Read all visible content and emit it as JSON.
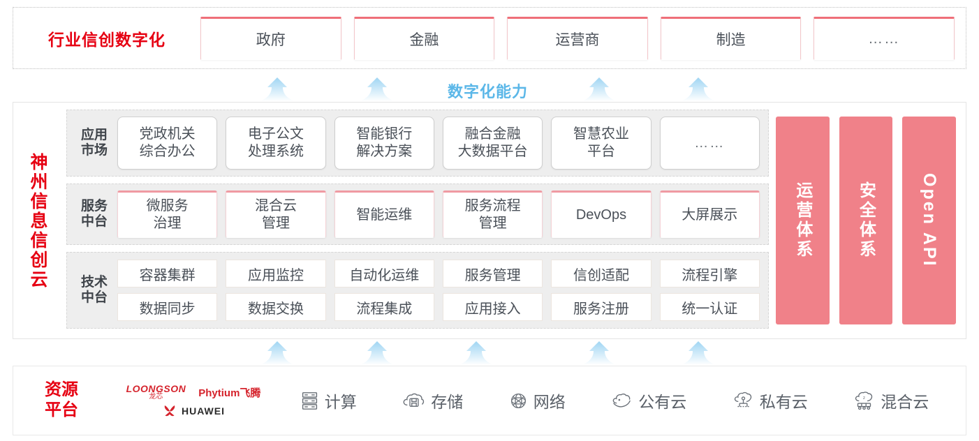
{
  "industry": {
    "title": "行业信创数字化",
    "cards": [
      {
        "label": "政府"
      },
      {
        "label": "金融"
      },
      {
        "label": "运营商"
      },
      {
        "label": "制造"
      },
      {
        "label": "……"
      }
    ]
  },
  "capability_label": "数字化能力",
  "platform": {
    "title": "神州信息信创云",
    "tiers": [
      {
        "label": "应用\n市场",
        "label_line1": "应用",
        "label_line2": "市场",
        "cards": [
          {
            "line1": "党政机关",
            "line2": "综合办公"
          },
          {
            "line1": "电子公文",
            "line2": "处理系统"
          },
          {
            "line1": "智能银行",
            "line2": "解决方案"
          },
          {
            "line1": "融合金融",
            "line2": "大数据平台"
          },
          {
            "line1": "智慧农业",
            "line2": "平台"
          },
          {
            "line1": "……",
            "line2": ""
          }
        ]
      },
      {
        "label_line1": "服务",
        "label_line2": "中台",
        "cards": [
          {
            "line1": "微服务",
            "line2": "治理"
          },
          {
            "line1": "混合云",
            "line2": "管理"
          },
          {
            "line1": "智能运维",
            "line2": ""
          },
          {
            "line1": "服务流程",
            "line2": "管理"
          },
          {
            "line1": "DevOps",
            "line2": ""
          },
          {
            "line1": "大屏展示",
            "line2": ""
          }
        ]
      },
      {
        "label_line1": "技术",
        "label_line2": "中台",
        "row1": [
          "容器集群",
          "应用监控",
          "自动化运维",
          "服务管理",
          "信创适配",
          "流程引擎"
        ],
        "row2": [
          "数据同步",
          "数据交换",
          "流程集成",
          "应用接入",
          "服务注册",
          "统一认证"
        ]
      }
    ],
    "pillars": [
      {
        "label": "运营体系"
      },
      {
        "label": "安全体系"
      },
      {
        "label": "Open API"
      }
    ]
  },
  "resource": {
    "title_line1": "资源",
    "title_line2": "平台",
    "logos": [
      {
        "name": "loongson",
        "text_top": "LOONGSON",
        "text_bottom": "龙芯"
      },
      {
        "name": "phytium",
        "text": "Phytium飞腾"
      },
      {
        "name": "huawei",
        "text": "HUAWEI"
      }
    ],
    "items": [
      {
        "icon": "server-icon",
        "label": "计算"
      },
      {
        "icon": "storage-cloud-icon",
        "label": "存储"
      },
      {
        "icon": "network-icon",
        "label": "网络"
      },
      {
        "icon": "public-cloud-icon",
        "label": "公有云"
      },
      {
        "icon": "private-cloud-icon",
        "label": "私有云"
      },
      {
        "icon": "hybrid-cloud-icon",
        "label": "混合云"
      }
    ]
  },
  "colors": {
    "brand_red": "#E60012",
    "card_accent": "#ef6f79",
    "pillar_pink": "#f08189",
    "arrow_blue": "#a9daf5",
    "capability_blue": "#5bb7e8"
  },
  "arrows": {
    "top_positions": [
      397,
      540,
      858,
      1000
    ],
    "bottom_positions": [
      397,
      540,
      682,
      858,
      1000
    ]
  }
}
